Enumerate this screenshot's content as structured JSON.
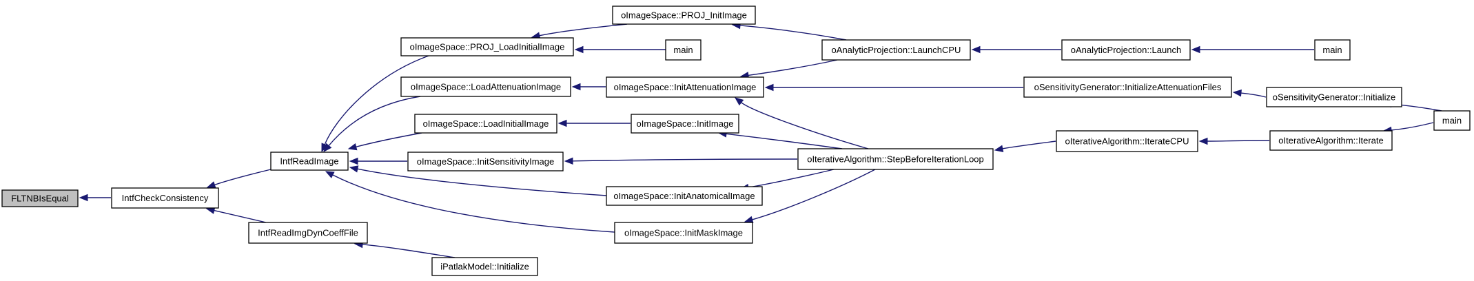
{
  "graph": {
    "edge_color": "#191970",
    "root_fill": "#bfbfbf",
    "nodes": [
      {
        "id": "n0",
        "label": "FLTNBIsEqual",
        "root": true
      },
      {
        "id": "n1",
        "label": "IntfCheckConsistency"
      },
      {
        "id": "n2",
        "label": "IntfReadImage"
      },
      {
        "id": "n3",
        "label": "IntfReadImgDynCoeffFile"
      },
      {
        "id": "n4",
        "label": "iPatlakModel::Initialize"
      },
      {
        "id": "n5",
        "label": "oImageSpace::PROJ_LoadInitialImage"
      },
      {
        "id": "n6",
        "label": "oImageSpace::LoadAttenuationImage"
      },
      {
        "id": "n7",
        "label": "oImageSpace::LoadInitialImage"
      },
      {
        "id": "n8",
        "label": "oImageSpace::InitSensitivityImage"
      },
      {
        "id": "n9",
        "label": "oImageSpace::InitAnatomicalImage"
      },
      {
        "id": "n10",
        "label": "oImageSpace::InitMaskImage"
      },
      {
        "id": "n11",
        "label": "oImageSpace::PROJ_InitImage"
      },
      {
        "id": "n12",
        "label": "main"
      },
      {
        "id": "n13",
        "label": "oImageSpace::InitAttenuationImage"
      },
      {
        "id": "n14",
        "label": "oImageSpace::InitImage"
      },
      {
        "id": "n15",
        "label": "oAnalyticProjection::LaunchCPU"
      },
      {
        "id": "n16",
        "label": "oIterativeAlgorithm::StepBeforeIterationLoop"
      },
      {
        "id": "n17",
        "label": "oAnalyticProjection::Launch"
      },
      {
        "id": "n18",
        "label": "oSensitivityGenerator::InitializeAttenuationFiles"
      },
      {
        "id": "n19",
        "label": "oIterativeAlgorithm::IterateCPU"
      },
      {
        "id": "n20",
        "label": "main"
      },
      {
        "id": "n21",
        "label": "oSensitivityGenerator::Initialize"
      },
      {
        "id": "n22",
        "label": "oIterativeAlgorithm::Iterate"
      },
      {
        "id": "n23",
        "label": "main"
      }
    ],
    "edges": [
      {
        "from": "n1",
        "to": "n0"
      },
      {
        "from": "n2",
        "to": "n1"
      },
      {
        "from": "n3",
        "to": "n1"
      },
      {
        "from": "n4",
        "to": "n3"
      },
      {
        "from": "n5",
        "to": "n2"
      },
      {
        "from": "n6",
        "to": "n2"
      },
      {
        "from": "n7",
        "to": "n2"
      },
      {
        "from": "n8",
        "to": "n2"
      },
      {
        "from": "n9",
        "to": "n2"
      },
      {
        "from": "n10",
        "to": "n2"
      },
      {
        "from": "n11",
        "to": "n5"
      },
      {
        "from": "n12",
        "to": "n5"
      },
      {
        "from": "n13",
        "to": "n6"
      },
      {
        "from": "n14",
        "to": "n7"
      },
      {
        "from": "n16",
        "to": "n8"
      },
      {
        "from": "n16",
        "to": "n9"
      },
      {
        "from": "n16",
        "to": "n10"
      },
      {
        "from": "n15",
        "to": "n11"
      },
      {
        "from": "n15",
        "to": "n13"
      },
      {
        "from": "n16",
        "to": "n13"
      },
      {
        "from": "n18",
        "to": "n13"
      },
      {
        "from": "n16",
        "to": "n14"
      },
      {
        "from": "n17",
        "to": "n15"
      },
      {
        "from": "n19",
        "to": "n16"
      },
      {
        "from": "n20",
        "to": "n17"
      },
      {
        "from": "n21",
        "to": "n18"
      },
      {
        "from": "n22",
        "to": "n19"
      },
      {
        "from": "n23",
        "to": "n21"
      },
      {
        "from": "n23",
        "to": "n22"
      }
    ]
  }
}
